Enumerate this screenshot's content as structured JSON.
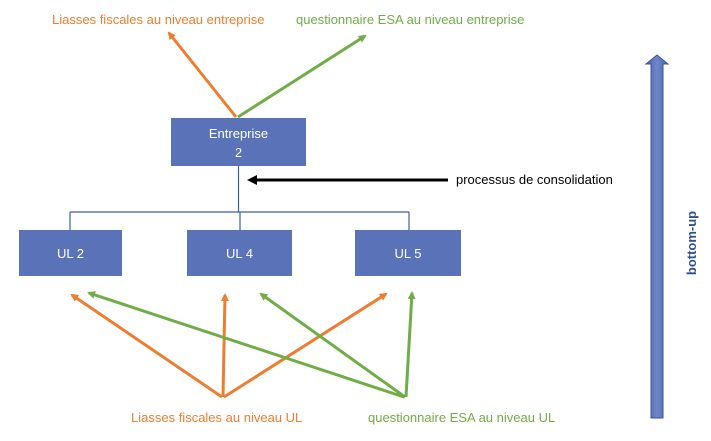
{
  "top_labels": {
    "fiscal": "Liasses fiscales au niveau entreprise",
    "esa": "questionnaire ESA au niveau entreprise"
  },
  "enterprise": {
    "line1": "Entreprise",
    "line2": "2"
  },
  "consolidation_label": "processus de consolidation",
  "units": [
    "UL 2",
    "UL 4",
    "UL 5"
  ],
  "bottom_labels": {
    "fiscal": "Liasses fiscales au niveau UL",
    "esa": "questionnaire ESA au niveau UL"
  },
  "side_label": "bottom-up",
  "colors": {
    "box_fill": "#5a72b8",
    "box_text": "#ffffff",
    "orange": "#ed7d31",
    "green": "#70ad47",
    "connector": "#3a5f9f",
    "black_arrow": "#000000",
    "side_text": "#2f4f8f"
  }
}
